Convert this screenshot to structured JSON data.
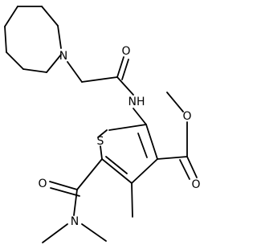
{
  "molecule": {
    "atoms": {
      "azepane_n": "N",
      "amide_o": "O",
      "amide_nh": "NH",
      "thiophene_s": "S",
      "ester_o_carbonyl": "O",
      "ester_o_ether": "O",
      "carboxamide_o": "O",
      "dimethylamide_n": "N"
    }
  }
}
